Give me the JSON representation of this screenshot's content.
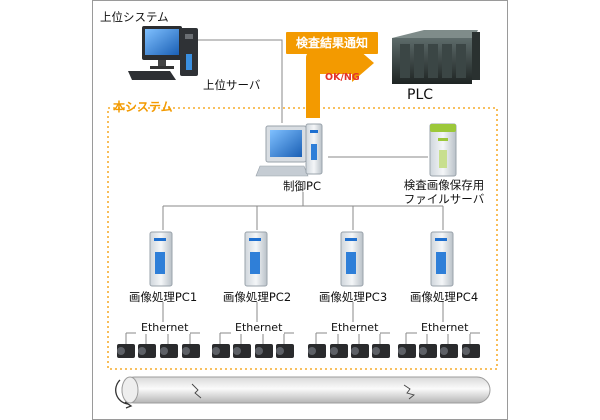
{
  "labels": {
    "upper_system": "上位システム",
    "upper_server": "上位サーバ",
    "this_system": "本システム",
    "notify": "検査結果通知",
    "okng": "OK/NG",
    "plc": "PLC",
    "control_pc": "制御PC",
    "storage_line1": "検査画像保存用",
    "storage_line2": "ファイルサーバ"
  },
  "processing_pcs": [
    {
      "label": "画像処理PC1",
      "network": "Ethernet"
    },
    {
      "label": "画像処理PC2",
      "network": "Ethernet"
    },
    {
      "label": "画像処理PC3",
      "network": "Ethernet"
    },
    {
      "label": "画像処理PC4",
      "network": "Ethernet"
    }
  ],
  "colors": {
    "accent_orange": "#f39a00",
    "okng_red": "#e4332a",
    "line_gray": "#8a8a8a",
    "pc_screen": "#2f7fd8",
    "server_green": "#9cc83a"
  }
}
